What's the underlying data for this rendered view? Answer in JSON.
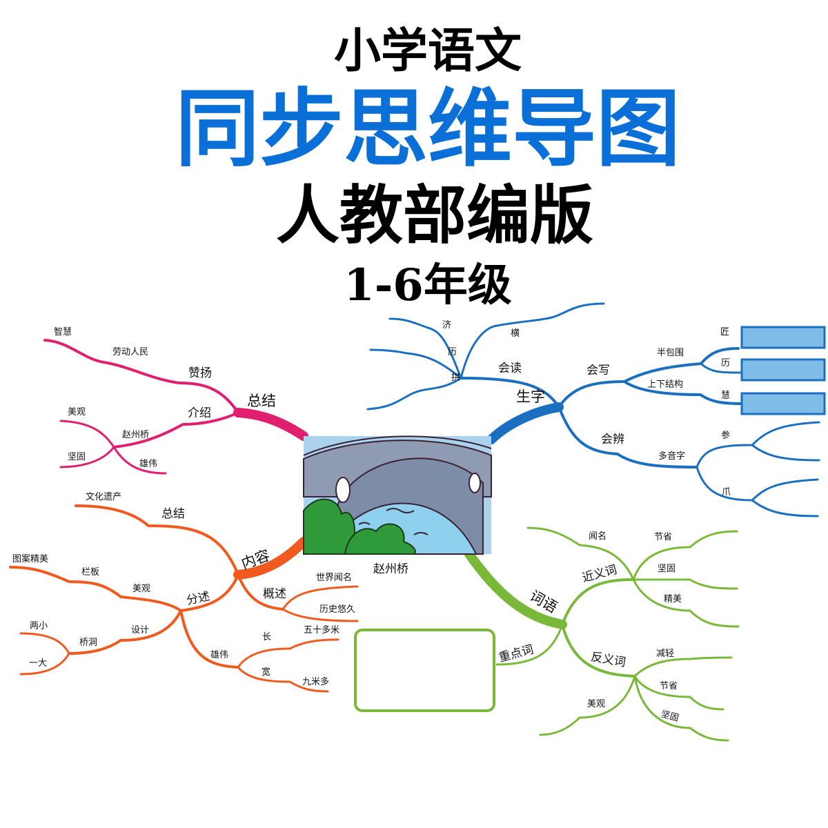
{
  "title": {
    "line1": "小学语文",
    "line2": "同步思维导图",
    "line3": "人教部编版",
    "line4": "1-6年级"
  },
  "colors": {
    "title_blue": "#0a6fd6",
    "pink": "#e0206e",
    "blue": "#1a6fc0",
    "orange": "#f05a1e",
    "green": "#7ab83a",
    "box_fill": "#7fbde8"
  },
  "center": {
    "label": "赵州桥",
    "image": "zhaozhou-bridge-illustration"
  },
  "pink": [
    "总结",
    "赞扬",
    "劳动人民",
    "智慧",
    "介绍",
    "赵州桥",
    "美观",
    "坚固",
    "雄伟"
  ],
  "blue": [
    "生字",
    "会读",
    "济",
    "历",
    "拱",
    "横",
    "会写",
    "半包围",
    "上下结构",
    "匠",
    "历",
    "慧",
    "会辨",
    "多音字",
    "参",
    "爪"
  ],
  "orange": [
    "内容",
    "总结",
    "文化遗产",
    "分述",
    "美观",
    "栏板",
    "图案精美",
    "设计",
    "桥洞",
    "两小",
    "一大",
    "雄伟",
    "长",
    "五十多米",
    "宽",
    "九米多",
    "概述",
    "世界闻名",
    "历史悠久"
  ],
  "green": [
    "词语",
    "近义词",
    "闻名",
    "节省",
    "坚固",
    "精美",
    "重点词",
    "反义词",
    "减轻",
    "节省",
    "坚固",
    "美观"
  ]
}
